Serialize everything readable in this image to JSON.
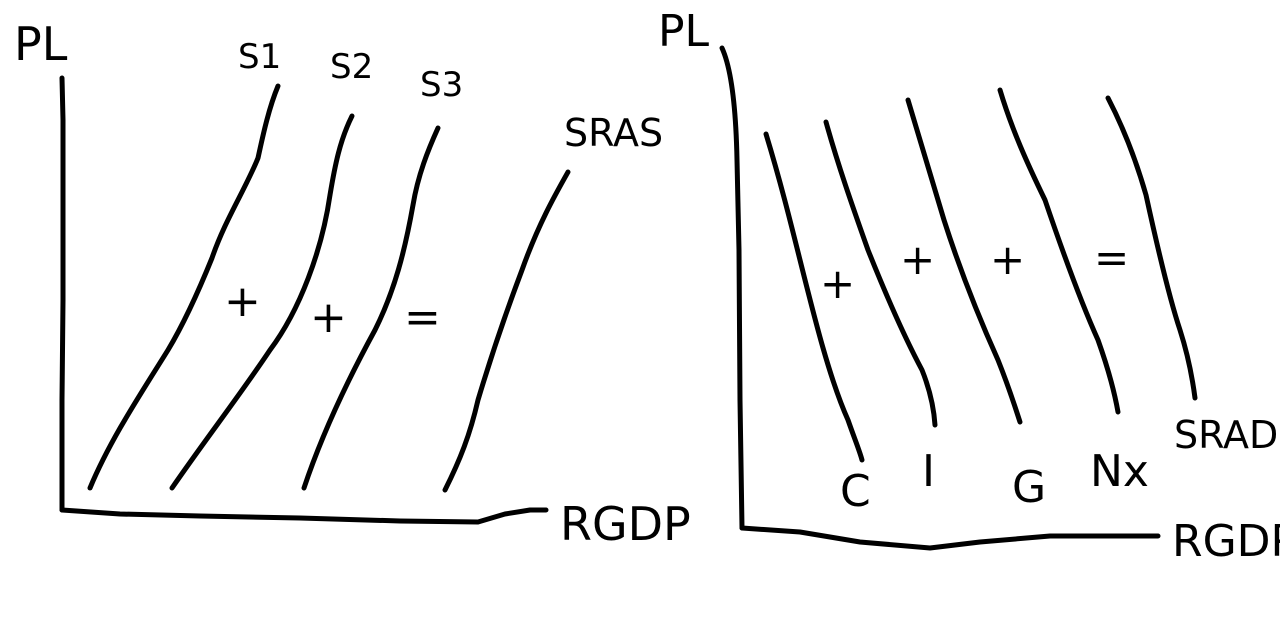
{
  "left_diagram": {
    "y_axis_label": "PL",
    "x_axis_label": "RGDP",
    "curve_labels": [
      "S1",
      "S2",
      "S3",
      "SRAS"
    ],
    "operators": [
      "+",
      "+",
      "="
    ]
  },
  "right_diagram": {
    "y_axis_label": "PL",
    "x_axis_label": "RGDP",
    "curve_labels": [
      "C",
      "I",
      "G",
      "Nx",
      "SRAD"
    ],
    "operators": [
      "+",
      "+",
      "+",
      "="
    ]
  },
  "colors": {
    "ink": "#000000",
    "background": "#ffffff"
  }
}
